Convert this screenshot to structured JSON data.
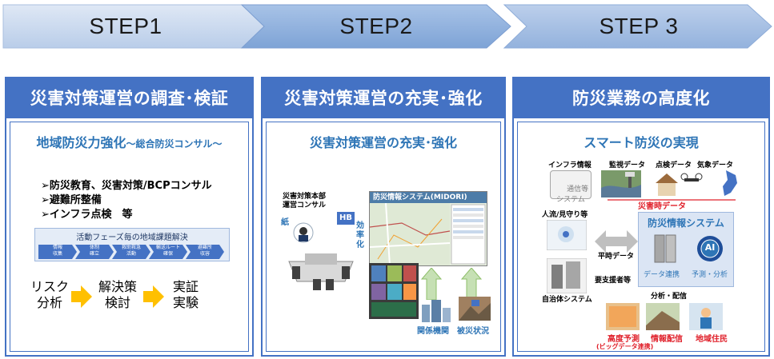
{
  "steps": [
    {
      "label": "STEP1"
    },
    {
      "label": "STEP2"
    },
    {
      "label": "STEP 3"
    }
  ],
  "panel1": {
    "title": "災害対策運営の調査･検証",
    "subtitle_main": "地域防災力強化",
    "subtitle_small": "～総合防災コンサル～",
    "bullets": [
      "➢防災教育、災害対策/BCPコンサル",
      "➢避難所整備",
      "➢インフラ点検　等"
    ],
    "phase_bar_title": "活動フェーズ毎の地域課題解決",
    "phase_steps": [
      "情報\n収集",
      "体制\n確立",
      "救助救急\n活動",
      "輸送ルート\n確保",
      "避難所\n収容"
    ],
    "flow": [
      "リスク\n分析",
      "解決策\n検討",
      "実証\n実験"
    ]
  },
  "panel2": {
    "title": "災害対策運営の充実･強化",
    "subtitle": "災害対策運営の充実･強化",
    "hq_label": "災害対策本部\n運営コンサル",
    "paper_label": "紙",
    "hb_label": "HB",
    "efficiency_label": "効率化",
    "system_label": "防災情報システム(MIDORI)",
    "org_label": "関係機関",
    "damage_label": "被災状況"
  },
  "panel3": {
    "title": "防災業務の高度化",
    "subtitle": "スマート防災の実現",
    "infra_label": "インフラ情報",
    "comm_label": "通信等\nシステム",
    "monitor_label": "監視データ",
    "inspect_label": "点検データ",
    "weather_label": "気象データ",
    "disaster_data_label": "災害時データ",
    "people_label": "人流/見守り等",
    "normal_data_label": "平時データ",
    "support_label": "要支援者等",
    "system_title": "防災情報システム",
    "data_link": "データ連携",
    "ai_label": "AI",
    "predict_label": "予測・分析",
    "municipal_label": "自治体システム",
    "analysis_label": "分析・配信",
    "advanced_label": "高度予測",
    "bigdata_label": "(ビッグデータ連携)",
    "delivery_label": "情報配信",
    "residents_label": "地域住民"
  },
  "colors": {
    "panel_blue": "#4472c4",
    "banner1": "#c9d9ee",
    "banner2": "#8eb1de",
    "banner3": "#a6c0e4",
    "accent_blue": "#2e75b6",
    "alert_red": "#e0202a",
    "arrow_yellow": "#ffc000"
  }
}
